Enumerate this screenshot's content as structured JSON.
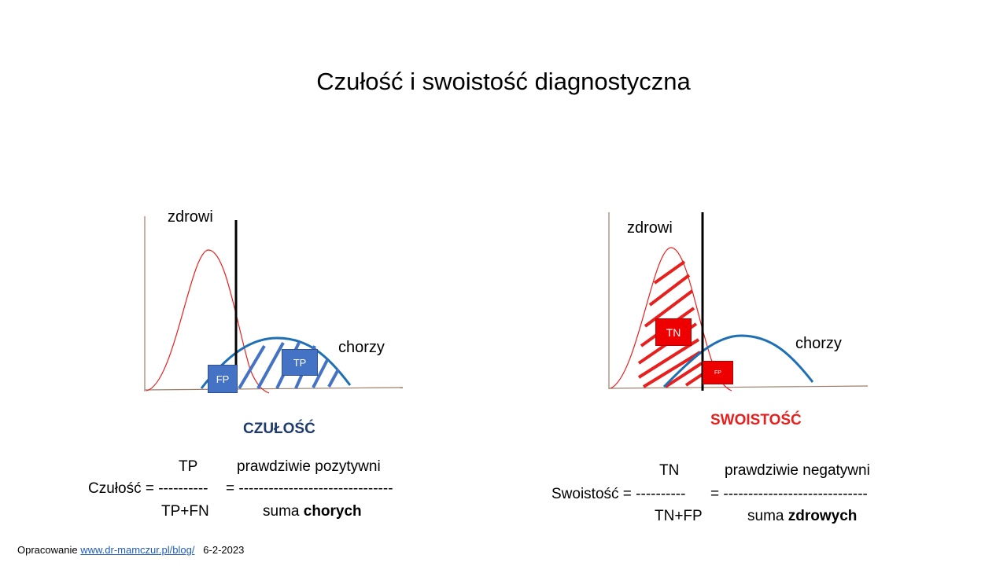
{
  "title": "Czułość i swoistość diagnostyczna",
  "left_panel": {
    "healthy_label": "zdrowi",
    "sick_label": "chorzy",
    "fp_label": "FP",
    "tp_label": "TP",
    "heading": "CZUŁOŚĆ",
    "formula": {
      "numerator": "TP",
      "lhs": "Czułość = ---------- ",
      "eq": "= -------------------------------",
      "denominator": "TP+FN",
      "word_numerator": "prawdziwie pozytywni",
      "word_denominator_prefix": "suma ",
      "word_denominator_bold": "chorych"
    },
    "colors": {
      "healthy_curve": "#e8201d",
      "sick_curve": "#1f6fb5",
      "box": "#4472c4"
    }
  },
  "right_panel": {
    "healthy_label": "zdrowi",
    "sick_label": "chorzy",
    "tn_label": "TN",
    "fp_label": "FP",
    "heading": "SWOISTOŚĆ",
    "formula": {
      "numerator": "TN",
      "lhs": "Swoistość  = ---------- ",
      "eq": "= -----------------------------",
      "denominator": "TN+FP",
      "word_numerator": "prawdziwie negatywni",
      "word_denominator_prefix": "suma ",
      "word_denominator_bold": "zdrowych"
    },
    "colors": {
      "healthy_curve": "#e8201d",
      "sick_curve": "#1f6fb5",
      "box": "#ee0000",
      "heading": "#e8201d"
    }
  },
  "footer": {
    "prefix": "Opracowanie  ",
    "link_text": "www.dr-mamczur.pl/blog/",
    "date": "6-2-2023"
  }
}
